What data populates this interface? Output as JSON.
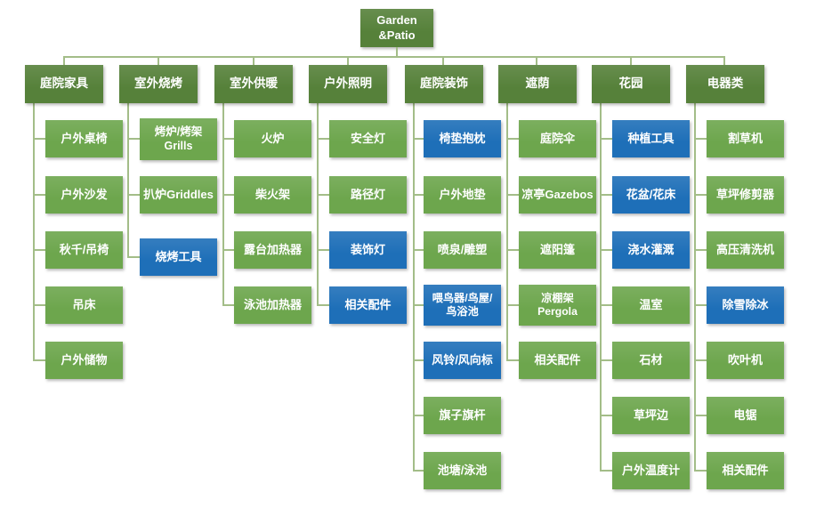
{
  "palette": {
    "header_green": "#56813A",
    "node_green": "#6DA64D",
    "node_blue": "#1E6FB8",
    "connector_line": "#A3BD88",
    "text": "#FFFFFF",
    "background": "#FFFFFF"
  },
  "root": {
    "label": "Garden\n&Patio"
  },
  "columns": [
    {
      "label": "庭院家具",
      "children": [
        {
          "label": "户外桌椅",
          "color": "green"
        },
        {
          "label": "户外沙发",
          "color": "green"
        },
        {
          "label": "秋千/吊椅",
          "color": "green"
        },
        {
          "label": "吊床",
          "color": "green"
        },
        {
          "label": "户外储物",
          "color": "green"
        }
      ]
    },
    {
      "label": "室外烧烤",
      "children": [
        {
          "label": "烤炉/烤架\nGrills",
          "color": "green"
        },
        {
          "label": "扒炉Griddles",
          "color": "green"
        },
        {
          "label": "烧烤工具",
          "color": "blue"
        }
      ]
    },
    {
      "label": "室外供暖",
      "children": [
        {
          "label": "火炉",
          "color": "green"
        },
        {
          "label": "柴火架",
          "color": "green"
        },
        {
          "label": "露台加热器",
          "color": "green"
        },
        {
          "label": "泳池加热器",
          "color": "green"
        }
      ]
    },
    {
      "label": "户外照明",
      "children": [
        {
          "label": "安全灯",
          "color": "green"
        },
        {
          "label": "路径灯",
          "color": "green"
        },
        {
          "label": "装饰灯",
          "color": "blue"
        },
        {
          "label": "相关配件",
          "color": "blue"
        }
      ]
    },
    {
      "label": "庭院装饰",
      "children": [
        {
          "label": "椅垫抱枕",
          "color": "blue"
        },
        {
          "label": "户外地垫",
          "color": "green"
        },
        {
          "label": "喷泉/雕塑",
          "color": "green"
        },
        {
          "label": "喂鸟器/鸟屋/\n鸟浴池",
          "color": "blue"
        },
        {
          "label": "风铃/风向标",
          "color": "blue"
        },
        {
          "label": "旗子旗杆",
          "color": "green"
        },
        {
          "label": "池塘/泳池",
          "color": "green"
        }
      ]
    },
    {
      "label": "遮荫",
      "children": [
        {
          "label": "庭院伞",
          "color": "green"
        },
        {
          "label": "凉亭Gazebos",
          "color": "green"
        },
        {
          "label": "遮阳篷",
          "color": "green"
        },
        {
          "label": "凉棚架\nPergola",
          "color": "green"
        },
        {
          "label": "相关配件",
          "color": "green"
        }
      ]
    },
    {
      "label": "花园",
      "children": [
        {
          "label": "种植工具",
          "color": "blue"
        },
        {
          "label": "花盆/花床",
          "color": "blue"
        },
        {
          "label": "浇水灌溉",
          "color": "blue"
        },
        {
          "label": "温室",
          "color": "green"
        },
        {
          "label": "石材",
          "color": "green"
        },
        {
          "label": "草坪边",
          "color": "green"
        },
        {
          "label": "户外温度计",
          "color": "green"
        }
      ]
    },
    {
      "label": "电器类",
      "children": [
        {
          "label": "割草机",
          "color": "green"
        },
        {
          "label": "草坪修剪器",
          "color": "green"
        },
        {
          "label": "高压清洗机",
          "color": "green"
        },
        {
          "label": "除雪除冰",
          "color": "blue"
        },
        {
          "label": "吹叶机",
          "color": "green"
        },
        {
          "label": "电锯",
          "color": "green"
        },
        {
          "label": "相关配件",
          "color": "green"
        }
      ]
    }
  ]
}
